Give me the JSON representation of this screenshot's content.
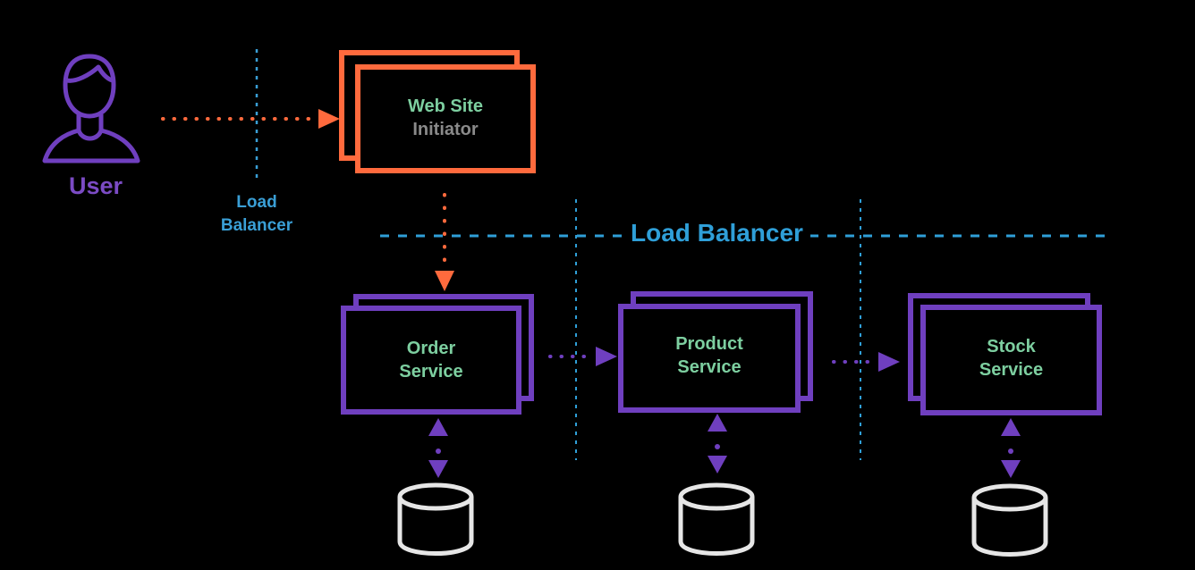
{
  "user": {
    "label": "User",
    "icon": "user-icon"
  },
  "load_balancer_small": {
    "line1": "Load",
    "line2": "Balancer"
  },
  "load_balancer_main": {
    "label": "Load Balancer"
  },
  "website": {
    "line1": "Web Site",
    "line2": "Initiator"
  },
  "services": [
    {
      "line1": "Order",
      "line2": "Service",
      "db_icon": "database-icon"
    },
    {
      "line1": "Product",
      "line2": "Service",
      "db_icon": "database-icon"
    },
    {
      "line1": "Stock",
      "line2": "Service",
      "db_icon": "database-icon"
    }
  ],
  "colors": {
    "background": "#000000",
    "orange": "#ff6a3d",
    "purple": "#6f3fbf",
    "green_text": "#7dcfa0",
    "blue": "#2f9fd8",
    "gray_text": "#8a8a8a",
    "db_stroke": "#e6e6e6"
  }
}
